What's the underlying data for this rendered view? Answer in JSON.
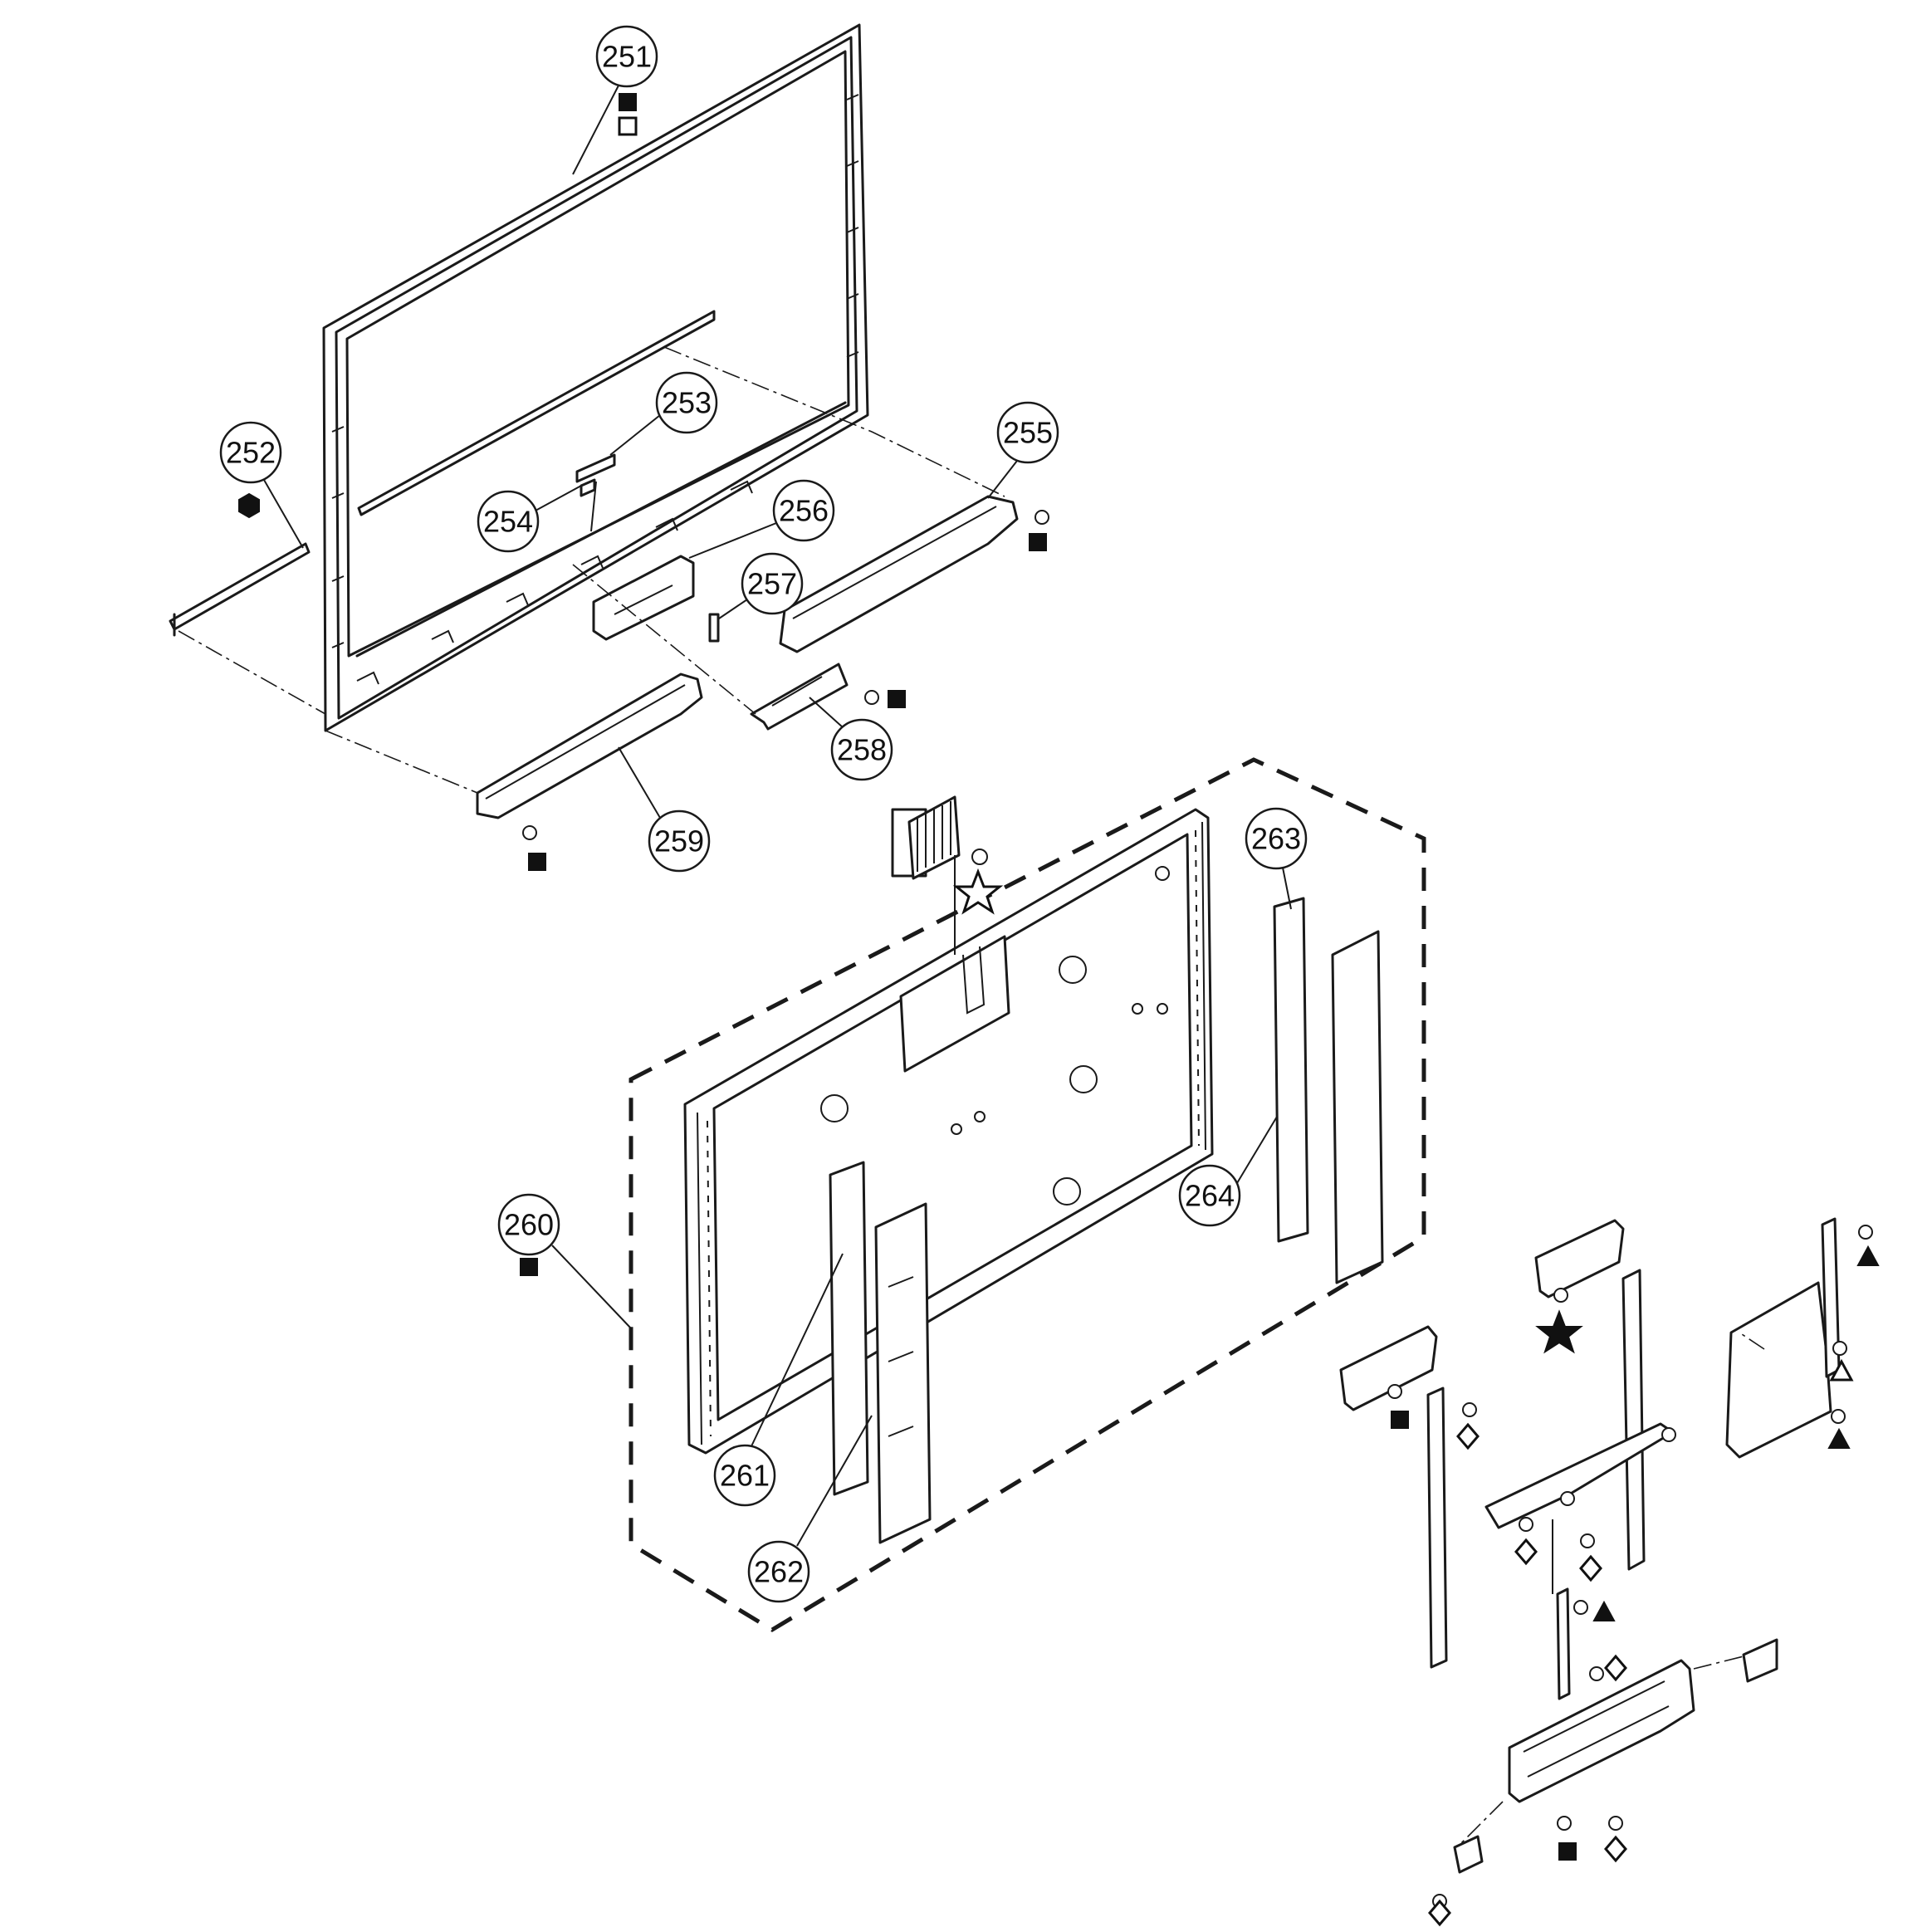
{
  "callouts": [
    "251",
    "252",
    "253",
    "254",
    "255",
    "256",
    "257",
    "258",
    "259",
    "260",
    "261",
    "262",
    "263",
    "264"
  ],
  "symbols": {
    "filled_square": "■",
    "open_square": "□",
    "filled_hexagon": "⬢",
    "open_star": "☆",
    "filled_star": "★",
    "filled_triangle": "▲",
    "open_triangle": "△",
    "open_diamond": "◇"
  },
  "colors": {
    "line": "#1a1a1a",
    "background": "#ffffff"
  }
}
